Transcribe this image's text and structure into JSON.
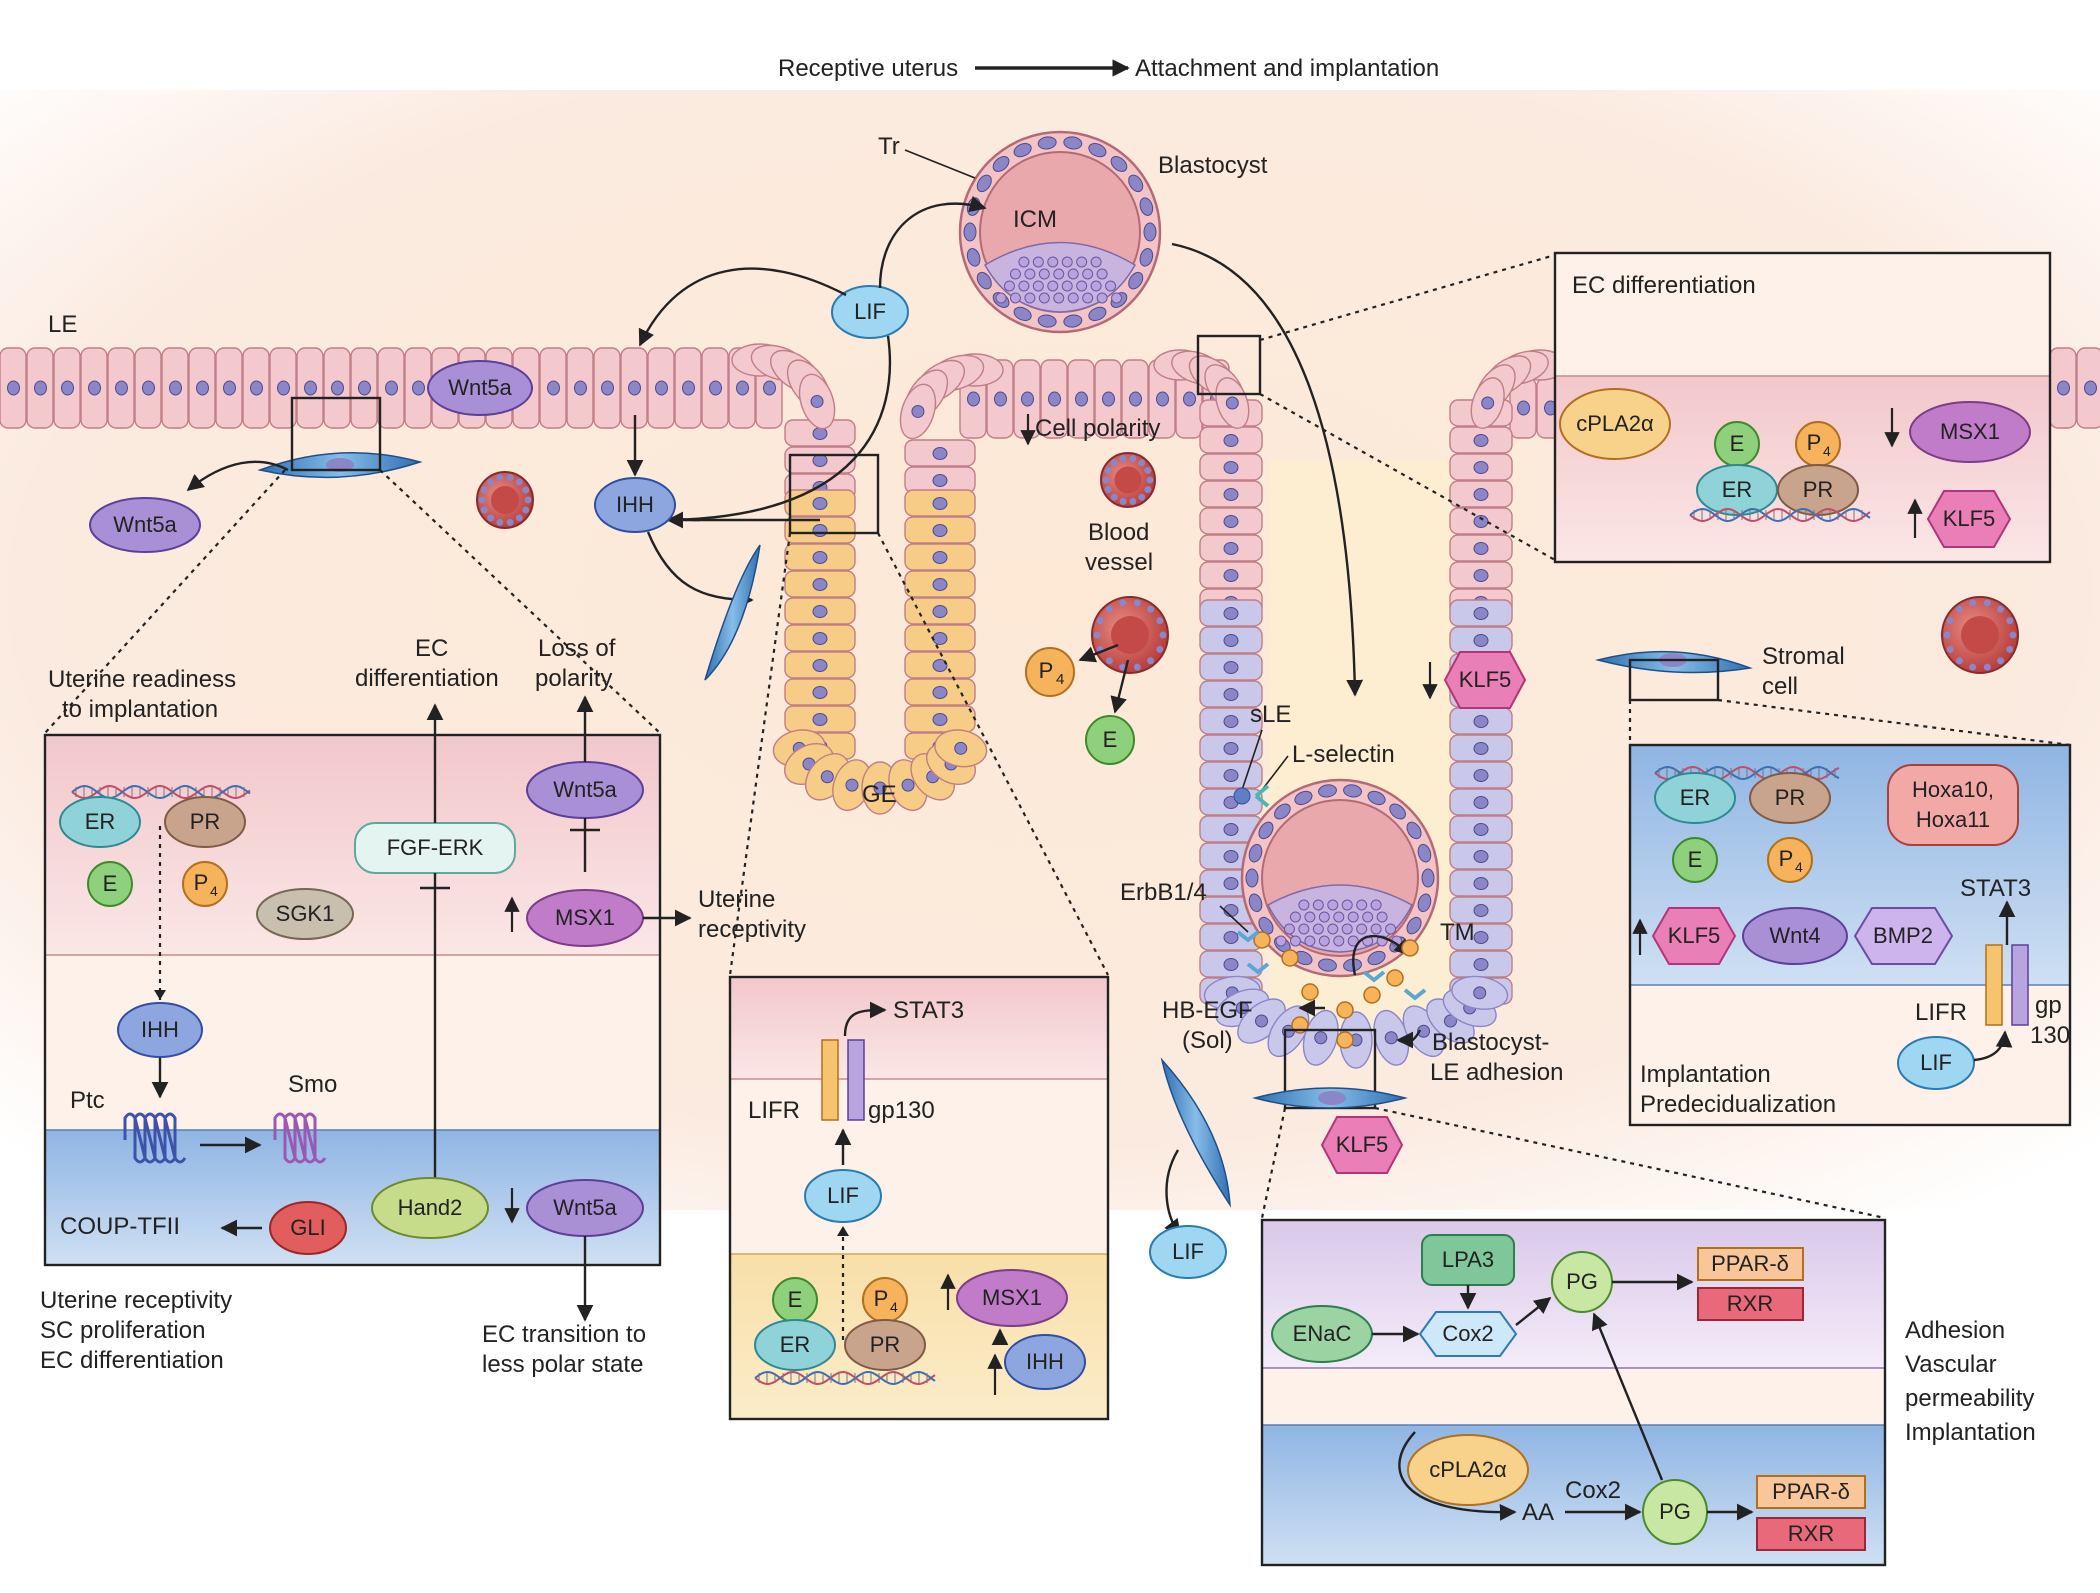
{
  "header": {
    "left": "Receptive uterus",
    "right": "Attachment and implantation"
  },
  "labels": {
    "le": "LE",
    "tr": "Tr",
    "blastocyst": "Blastocyst",
    "icm": "ICM",
    "lif_top": "LIF",
    "wnt5a_epi": "Wnt5a",
    "wnt5a_left": "Wnt5a",
    "ihh_top": "IHH",
    "cell_polarity": "Cell polarity",
    "blood_vessel": "Blood vessel",
    "p4_mid": "P",
    "p4_mid_sub": "4",
    "e_mid": "E",
    "ge": "GE",
    "klf5_mid": "KLF5",
    "sle": "sLE",
    "l_selectin": "L-selectin",
    "erbb14": "ErbB1/4",
    "tm": "TM",
    "hbegf": "HB-EGF",
    "sol": "(Sol)",
    "blastocyst_le_adhesion_1": "Blastocyst-",
    "blastocyst_le_adhesion_2": "LE adhesion",
    "klf5_bottom": "KLF5",
    "lif_bottom": "LIF",
    "stromal_cell_1": "Stromal",
    "stromal_cell_2": "cell"
  },
  "panel_left": {
    "caption_uterine_readiness_1": "Uterine readiness",
    "caption_uterine_readiness_2": "to implantation",
    "caption_ec_diff_1": "EC",
    "caption_ec_diff_2": "differentiation",
    "caption_loss_polarity_1": "Loss of",
    "caption_loss_polarity_2": "polarity",
    "er": "ER",
    "pr": "PR",
    "e": "E",
    "p4": "P",
    "p4_sub": "4",
    "sgk1": "SGK1",
    "fgf_erk": "FGF-ERK",
    "wnt5a_top": "Wnt5a",
    "msx1": "MSX1",
    "uterine_receptivity_1": "Uterine",
    "uterine_receptivity_2": "receptivity",
    "ihh": "IHH",
    "ptc": "Ptc",
    "smo": "Smo",
    "coup_tfii": "COUP-TFII",
    "gli": "GLI",
    "hand2": "Hand2",
    "wnt5a_bottom": "Wnt5a",
    "footer_1": "Uterine receptivity",
    "footer_2": "SC proliferation",
    "footer_3": "EC differentiation",
    "ec_transition_1": "EC transition to",
    "ec_transition_2": "less polar state"
  },
  "panel_center": {
    "stat3": "STAT3",
    "lifr": "LIFR",
    "gp130": "gp130",
    "lif": "LIF",
    "e": "E",
    "er": "ER",
    "p4": "P",
    "p4_sub": "4",
    "pr": "PR",
    "msx1": "MSX1",
    "ihh": "IHH"
  },
  "panel_tr_top": {
    "title": "EC differentiation",
    "cpla2a": "cPLA2α",
    "e": "E",
    "er": "ER",
    "p4": "P",
    "p4_sub": "4",
    "pr": "PR",
    "msx1": "MSX1",
    "klf5": "KLF5"
  },
  "panel_right": {
    "er": "ER",
    "pr": "PR",
    "hoxa_1": "Hoxa10,",
    "hoxa_2": "Hoxa11",
    "e": "E",
    "p4": "P",
    "p4_sub": "4",
    "stat3": "STAT3",
    "klf5": "KLF5",
    "wnt4": "Wnt4",
    "bmp2": "BMP2",
    "lifr": "LIFR",
    "gp_1": "gp",
    "gp_2": "130",
    "lif": "LIF",
    "footer_1": "Implantation",
    "footer_2": "Predecidualization"
  },
  "panel_bottom": {
    "lpa3": "LPA3",
    "pg_top": "PG",
    "ppar_top": "PPAR-δ",
    "rxr_top": "RXR",
    "enac": "ENaC",
    "cox2_top": "Cox2",
    "cpla2a": "cPLA2α",
    "cox2_bottom": "Cox2",
    "aa": "AA",
    "pg_bottom": "PG",
    "ppar_bottom": "PPAR-δ",
    "rxr_bottom": "RXR",
    "side_1": "Adhesion",
    "side_2": "Vascular",
    "side_3": "permeability",
    "side_4": "Implantation"
  },
  "colors": {
    "epithelium": "#f4c9ce",
    "nucleus": "#8a86c8",
    "glandular": "#f6cc86",
    "le_blue": "#c9c8ea",
    "stroma_bg": "#fbe6d8",
    "blue_node": "#9fd6f2",
    "purple_node": "#a98fd6",
    "green_node": "#8fd07c",
    "orange_node": "#f6b35b",
    "pink_node": "#ea7fb8",
    "red_node": "#e25d5d"
  }
}
